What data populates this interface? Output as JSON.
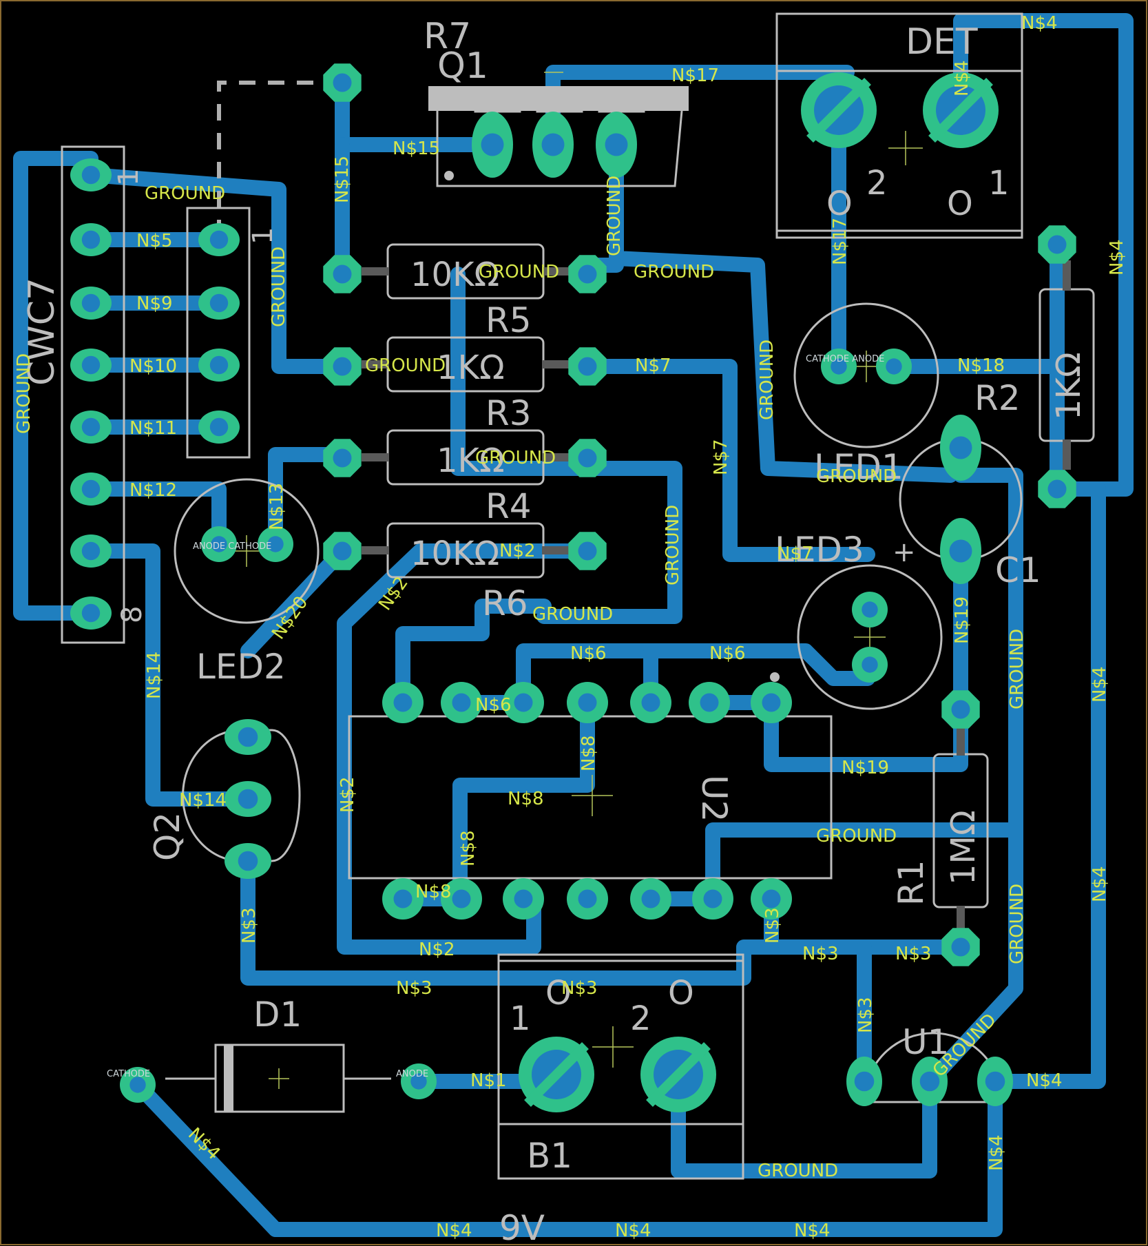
{
  "colors": {
    "background": "#000000",
    "trace": "#1f7fbf",
    "pad": "#2fc18a",
    "silkscreen": "#bdbdbd",
    "net_label": "#d6e64a"
  },
  "components": {
    "r7": "R7",
    "q1": "Q1",
    "det": "DET",
    "cwc7": "CWC7",
    "r5": "R5",
    "r3": "R3",
    "r4": "R4",
    "r6": "R6",
    "r2": "R2",
    "r1": "R1",
    "led1": "LED1",
    "led2": "LED2",
    "led3": "LED3",
    "c1": "C1",
    "u2": "U2",
    "q2": "Q2",
    "d1": "D1",
    "b1": "B1",
    "u1": "U1",
    "board_label": "9V"
  },
  "values": {
    "r_10k": "10KΩ",
    "r_1k": "1KΩ",
    "r_1m": "1MΩ"
  },
  "pin_marks": {
    "one": "1",
    "two": "2",
    "eight": "8",
    "o": "O",
    "plus": "+"
  },
  "nets": {
    "ground": "GROUND",
    "n1": "N$1",
    "n2": "N$2",
    "n3": "N$3",
    "n4": "N$4",
    "n5": "N$5",
    "n6": "N$6",
    "n7": "N$7",
    "n8": "N$8",
    "n9": "N$9",
    "n10": "N$10",
    "n11": "N$11",
    "n12": "N$12",
    "n13": "N$13",
    "n14": "N$14",
    "n15": "N$15",
    "n17": "N$17",
    "n18": "N$18",
    "n19": "N$19",
    "n20": "N$20"
  },
  "pad_labels": {
    "anode": "ANODE",
    "cathode": "CATHODE",
    "cathode_anode": "CATHODE ANODE",
    "anode_cathode": "ANODE CATHODE"
  }
}
